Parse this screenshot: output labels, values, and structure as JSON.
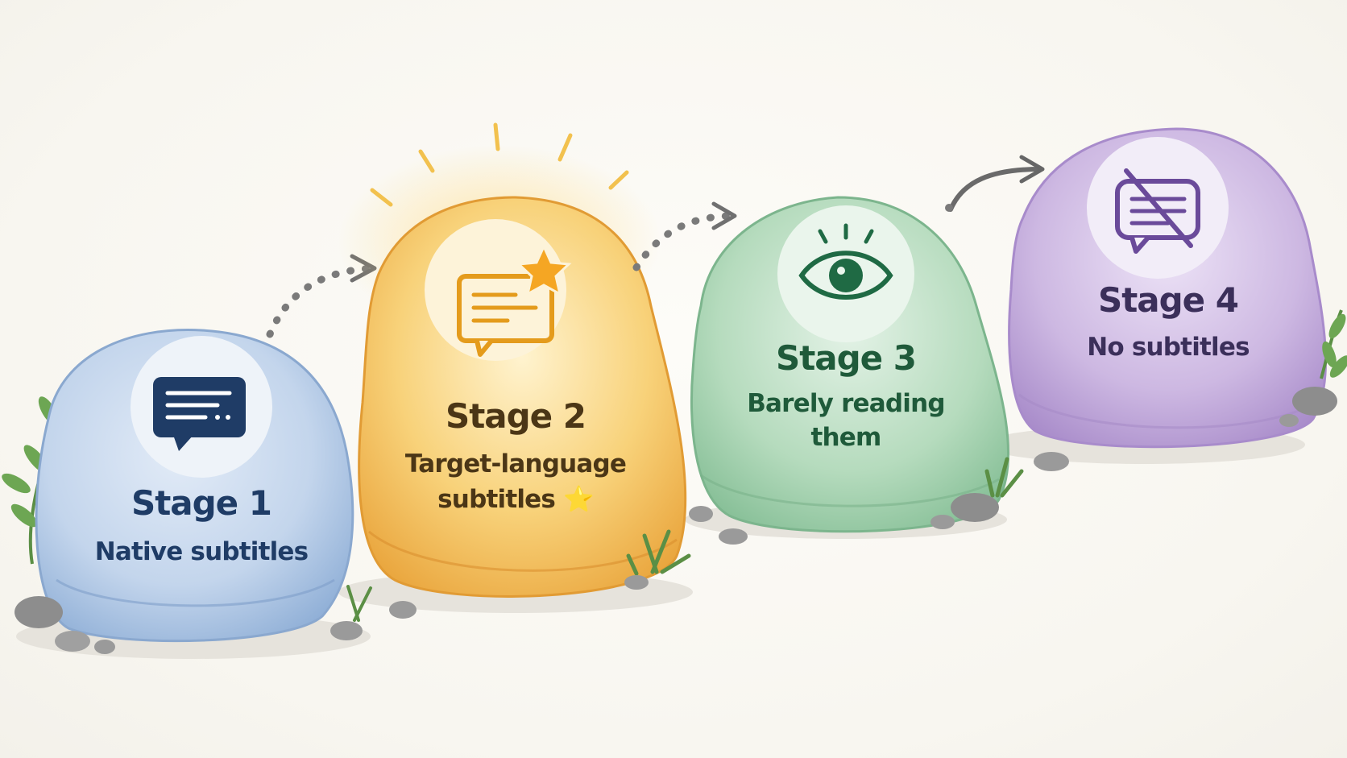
{
  "stages": [
    {
      "title": "Stage 1",
      "subtitle": "Native subtitles",
      "icon": "subtitles-icon",
      "color": "#b6cbe6"
    },
    {
      "title": "Stage 2",
      "subtitle_line1": "Target-language",
      "subtitle_line2": "subtitles ⭐",
      "icon": "subtitles-star-icon",
      "color": "#f5c064"
    },
    {
      "title": "Stage 3",
      "subtitle_line1": "Barely reading",
      "subtitle_line2": "them",
      "icon": "eye-icon",
      "color": "#a9d2b4"
    },
    {
      "title": "Stage 4",
      "subtitle": "No subtitles",
      "icon": "no-subtitles-icon",
      "color": "#c8b6de"
    }
  ],
  "colors": {
    "background": "#faf8f3",
    "stage1_text": "#1f3c66",
    "stage2_text": "#4b3616",
    "stage3_text": "#1f5a3a",
    "stage4_text": "#3b2f5a",
    "arrow": "#7a7a7a"
  }
}
